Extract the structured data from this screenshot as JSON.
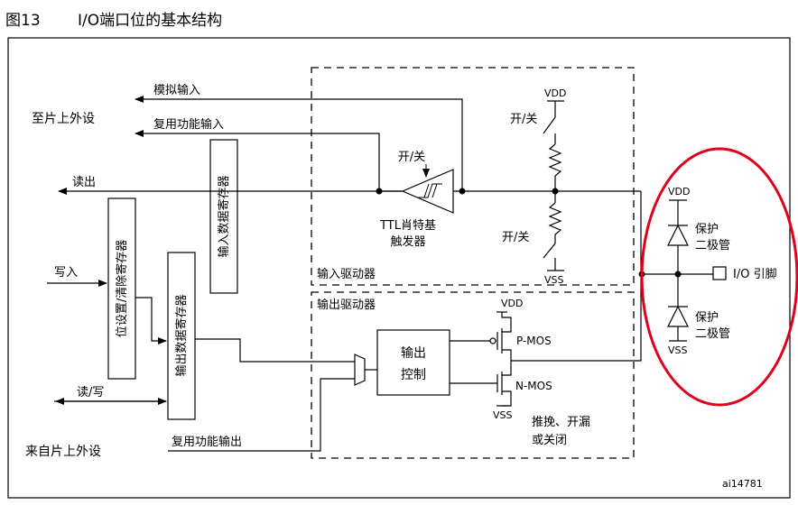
{
  "figure": {
    "number": "图13",
    "title": "I/O端口位的基本结构"
  },
  "labels": {
    "to_peripheral": "至片上外设",
    "analog_input": "模拟输入",
    "alt_func_input": "复用功能输入",
    "read_out": "读出",
    "write_in": "写入",
    "read_write": "读/写",
    "from_peripheral": "来自片上外设",
    "alt_func_output": "复用功能输出",
    "input_data_reg": "输入数据寄存器",
    "bit_set_reset_reg": "位设置/清除寄存器",
    "output_data_reg": "输出数据寄存器",
    "on_off_ttl": "开/关",
    "ttl_trigger_line1": "TTL肖特基",
    "ttl_trigger_line2": "触发器",
    "on_off_top": "开/关",
    "on_off_bottom": "开/关",
    "vdd_main": "VDD",
    "vss_main": "VSS",
    "input_driver": "输入驱动器",
    "output_driver": "输出驱动器",
    "output_ctrl_line1": "输出",
    "output_ctrl_line2": "控制",
    "vdd_out": "VDD",
    "vss_out": "VSS",
    "pmos": "P-MOS",
    "nmos": "N-MOS",
    "mode_line1": "推挽、开漏",
    "mode_line2": "或关闭",
    "vdd_prot": "VDD",
    "vss_prot": "VSS",
    "protect_top_line1": "保护",
    "protect_top_line2": "二极管",
    "protect_bottom_line1": "保护",
    "protect_bottom_line2": "二极管",
    "io_pin": "I/O 引脚",
    "figure_code": "ai14781"
  },
  "colors": {
    "highlight": "#e0001b",
    "line": "#000000"
  }
}
